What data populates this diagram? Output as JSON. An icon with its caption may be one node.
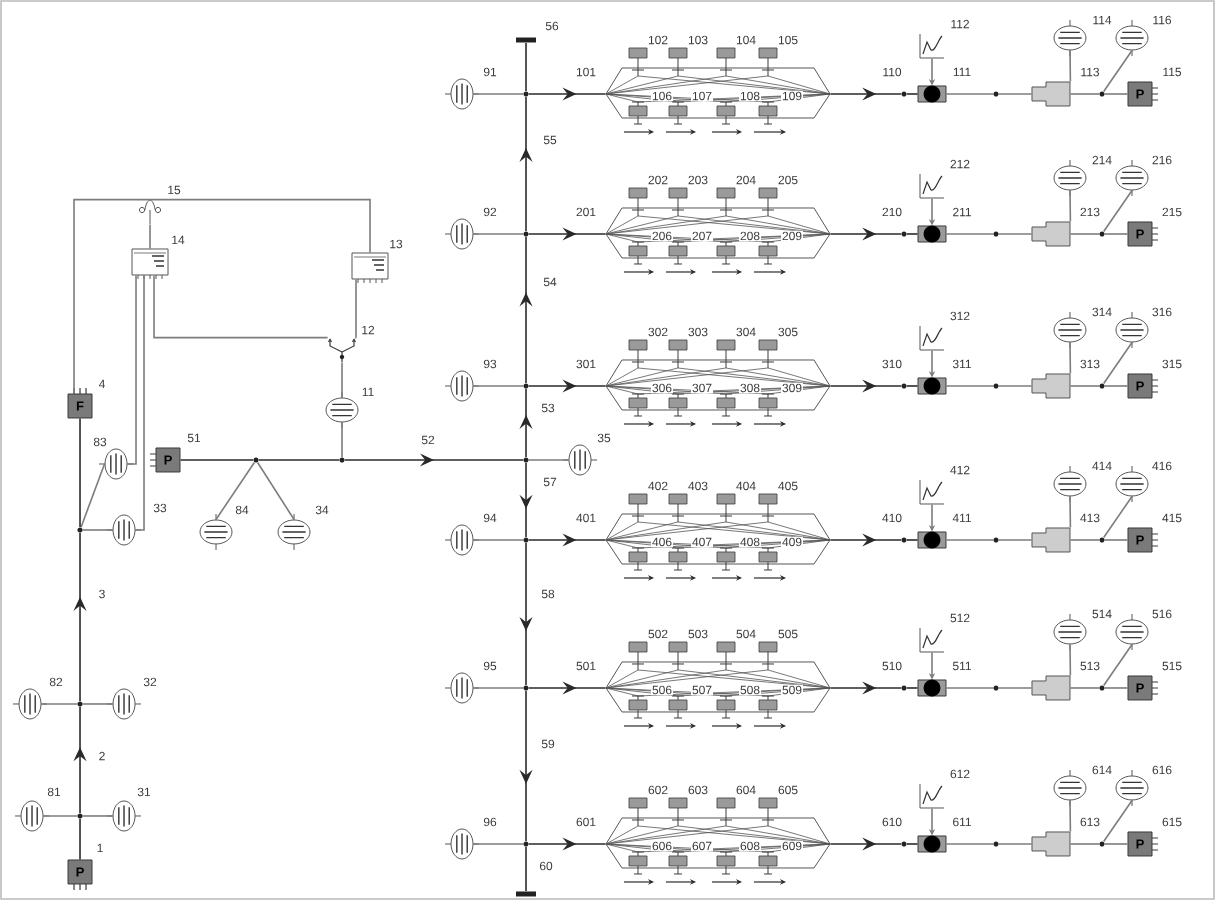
{
  "diagram": {
    "nodes": [
      {
        "text": [
          "P"
        ],
        "beside": [
          "1"
        ]
      },
      {
        "text": [],
        "shape": "dot"
      },
      {
        "text": [],
        "shape": "cylinder",
        "beside": [
          "81"
        ]
      },
      {
        "text": [],
        "shape": "cylinder",
        "beside": [
          "31"
        ]
      },
      {
        "text": [],
        "shape": "dot"
      },
      {
        "text": [],
        "shape": "cylinder",
        "beside": [
          "82"
        ]
      },
      {
        "text": [],
        "shape": "cylinder",
        "beside": [
          "32"
        ]
      },
      {
        "text": [],
        "shape": "dot"
      },
      {
        "text": [],
        "shape": "cylinder",
        "beside": [
          "83"
        ]
      },
      {
        "text": [],
        "shape": "cylinder",
        "beside": [
          "33"
        ]
      },
      {
        "text": [
          "F"
        ],
        "beside": [
          "4"
        ]
      },
      {
        "text": [],
        "shape": "switch",
        "beside": [
          "15"
        ]
      },
      {
        "text": [],
        "shape": "box",
        "beside": [
          "14"
        ]
      },
      {
        "text": [],
        "shape": "box",
        "beside": [
          "13"
        ]
      },
      {
        "text": [],
        "shape": "fork",
        "beside": [
          "12"
        ]
      },
      {
        "text": [],
        "shape": "cylinder",
        "beside": [
          "11"
        ]
      },
      {
        "text": [
          "P"
        ],
        "beside": [
          "51"
        ]
      },
      {
        "text": [],
        "shape": "dot"
      },
      {
        "text": [],
        "shape": "cylinder",
        "beside": [
          "84"
        ]
      },
      {
        "text": [],
        "shape": "cylinder",
        "beside": [
          "34"
        ]
      },
      {
        "text": [],
        "shape": "dot"
      },
      {
        "text": [],
        "shape": "bar",
        "beside": [
          "56"
        ]
      },
      {
        "text": [],
        "shape": "dot"
      },
      {
        "text": [],
        "shape": "dot"
      },
      {
        "text": [],
        "shape": "dot"
      },
      {
        "text": [],
        "shape": "dot"
      },
      {
        "text": [],
        "shape": "cylinder",
        "beside": [
          "35"
        ]
      },
      {
        "text": [],
        "shape": "dot"
      },
      {
        "text": [],
        "shape": "dot"
      },
      {
        "text": [],
        "shape": "dot"
      },
      {
        "text": [],
        "shape": "bar"
      },
      {
        "text": [],
        "shape": "cylinder",
        "beside": [
          "91"
        ]
      },
      {
        "text": [],
        "shape": "picture"
      },
      {
        "text": [],
        "shape": "dot"
      },
      {
        "text": [],
        "shape": "valve",
        "beside": [
          "111"
        ]
      },
      {
        "text": [],
        "shape": "picture",
        "beside": [
          "112"
        ]
      },
      {
        "text": [],
        "shape": "dot"
      },
      {
        "text": [],
        "shape": "reducer",
        "beside": [
          "113"
        ]
      },
      {
        "text": [],
        "shape": "cylinder",
        "beside": [
          "114"
        ]
      },
      {
        "text": [],
        "shape": "dot"
      },
      {
        "text": [],
        "shape": "cylinder",
        "beside": [
          "116"
        ]
      },
      {
        "text": [
          "P"
        ],
        "beside": [
          "115"
        ]
      },
      {
        "text": [],
        "shape": "cylinder",
        "beside": [
          "92"
        ]
      },
      {
        "text": [],
        "shape": "picture"
      },
      {
        "text": [],
        "shape": "dot"
      },
      {
        "text": [],
        "shape": "valve",
        "beside": [
          "211"
        ]
      },
      {
        "text": [],
        "shape": "picture",
        "beside": [
          "212"
        ]
      },
      {
        "text": [],
        "shape": "dot"
      },
      {
        "text": [],
        "shape": "reducer",
        "beside": [
          "213"
        ]
      },
      {
        "text": [],
        "shape": "cylinder",
        "beside": [
          "214"
        ]
      },
      {
        "text": [],
        "shape": "dot"
      },
      {
        "text": [],
        "shape": "cylinder",
        "beside": [
          "216"
        ]
      },
      {
        "text": [
          "P"
        ],
        "beside": [
          "215"
        ]
      },
      {
        "text": [],
        "shape": "cylinder",
        "beside": [
          "93"
        ]
      },
      {
        "text": [],
        "shape": "picture"
      },
      {
        "text": [],
        "shape": "dot"
      },
      {
        "text": [],
        "shape": "valve",
        "beside": [
          "311"
        ]
      },
      {
        "text": [],
        "shape": "picture",
        "beside": [
          "312"
        ]
      },
      {
        "text": [],
        "shape": "dot"
      },
      {
        "text": [],
        "shape": "reducer",
        "beside": [
          "313"
        ]
      },
      {
        "text": [],
        "shape": "cylinder",
        "beside": [
          "314"
        ]
      },
      {
        "text": [],
        "shape": "dot"
      },
      {
        "text": [],
        "shape": "cylinder",
        "beside": [
          "316"
        ]
      },
      {
        "text": [
          "P"
        ],
        "beside": [
          "315"
        ]
      },
      {
        "text": [],
        "shape": "cylinder",
        "beside": [
          "94"
        ]
      },
      {
        "text": [],
        "shape": "picture"
      },
      {
        "text": [],
        "shape": "dot"
      },
      {
        "text": [],
        "shape": "valve",
        "beside": [
          "411"
        ]
      },
      {
        "text": [],
        "shape": "picture",
        "beside": [
          "412"
        ]
      },
      {
        "text": [],
        "shape": "dot"
      },
      {
        "text": [],
        "shape": "reducer",
        "beside": [
          "413"
        ]
      },
      {
        "text": [],
        "shape": "cylinder",
        "beside": [
          "414"
        ]
      },
      {
        "text": [],
        "shape": "dot"
      },
      {
        "text": [],
        "shape": "cylinder",
        "beside": [
          "416"
        ]
      },
      {
        "text": [
          "P"
        ],
        "beside": [
          "415"
        ]
      },
      {
        "text": [],
        "shape": "cylinder",
        "beside": [
          "95"
        ]
      },
      {
        "text": [],
        "shape": "picture"
      },
      {
        "text": [],
        "shape": "dot"
      },
      {
        "text": [],
        "shape": "valve",
        "beside": [
          "511"
        ]
      },
      {
        "text": [],
        "shape": "picture",
        "beside": [
          "512"
        ]
      },
      {
        "text": [],
        "shape": "dot"
      },
      {
        "text": [],
        "shape": "reducer",
        "beside": [
          "513"
        ]
      },
      {
        "text": [],
        "shape": "cylinder",
        "beside": [
          "514"
        ]
      },
      {
        "text": [],
        "shape": "dot"
      },
      {
        "text": [],
        "shape": "cylinder",
        "beside": [
          "516"
        ]
      },
      {
        "text": [
          "P"
        ],
        "beside": [
          "515"
        ]
      },
      {
        "text": [],
        "shape": "cylinder",
        "beside": [
          "96"
        ]
      },
      {
        "text": [],
        "shape": "picture"
      },
      {
        "text": [],
        "shape": "dot"
      },
      {
        "text": [],
        "shape": "valve",
        "beside": [
          "611"
        ]
      },
      {
        "text": [],
        "shape": "picture",
        "beside": [
          "612"
        ]
      },
      {
        "text": [],
        "shape": "dot"
      },
      {
        "text": [],
        "shape": "reducer",
        "beside": [
          "613"
        ]
      },
      {
        "text": [],
        "shape": "cylinder",
        "beside": [
          "614"
        ]
      },
      {
        "text": [],
        "shape": "dot"
      },
      {
        "text": [],
        "shape": "cylinder",
        "beside": [
          "616"
        ]
      },
      {
        "text": [
          "P"
        ],
        "beside": [
          "615"
        ]
      }
    ],
    "edges": [
      {
        "from": 0,
        "to": 1,
        "arrow": "none",
        "color": "#2a2a2a"
      },
      {
        "from": 2,
        "to": 1,
        "arrow": "none"
      },
      {
        "from": 3,
        "to": 1,
        "arrow": "none"
      },
      {
        "from": 1,
        "to": 4,
        "arrow": "to",
        "label": "2",
        "color": "#2a2a2a"
      },
      {
        "from": 5,
        "to": 4,
        "arrow": "none"
      },
      {
        "from": 6,
        "to": 4,
        "arrow": "none"
      },
      {
        "from": 4,
        "to": 7,
        "arrow": "to",
        "label": "3",
        "color": "#2a2a2a"
      },
      {
        "from": 8,
        "to": 7,
        "arrow": "none"
      },
      {
        "from": 9,
        "to": 7,
        "arrow": "none"
      },
      {
        "from": 7,
        "to": 10,
        "arrow": "none",
        "color": "#2a2a2a"
      },
      {
        "from": 10,
        "to": 11,
        "arrow": "none"
      },
      {
        "from": 11,
        "to": 13,
        "arrow": "none"
      },
      {
        "from": 11,
        "to": 12,
        "arrow": "none"
      },
      {
        "from": 12,
        "to": 14,
        "arrow": "none"
      },
      {
        "from": 13,
        "to": 14,
        "arrow": "none"
      },
      {
        "from": 12,
        "to": 8,
        "arrow": "none"
      },
      {
        "from": 12,
        "to": 9,
        "arrow": "none"
      },
      {
        "from": 14,
        "to": 15,
        "arrow": "none"
      },
      {
        "from": 15,
        "to": 20,
        "arrow": "none"
      },
      {
        "from": 16,
        "to": 17,
        "arrow": "none",
        "color": "#2a2a2a"
      },
      {
        "from": 17,
        "to": 18,
        "arrow": "none"
      },
      {
        "from": 17,
        "to": 19,
        "arrow": "none"
      },
      {
        "from": 17,
        "to": 20,
        "arrow": "none",
        "color": "#2a2a2a"
      },
      {
        "from": 20,
        "to": 25,
        "arrow": "to",
        "label": "52",
        "color": "#2a2a2a"
      },
      {
        "from": 22,
        "to": 21,
        "arrow": "none",
        "color": "#2a2a2a"
      },
      {
        "from": 23,
        "to": 22,
        "arrow": "to",
        "label": "55",
        "color": "#2a2a2a"
      },
      {
        "from": 24,
        "to": 23,
        "arrow": "to",
        "label": "54",
        "color": "#2a2a2a"
      },
      {
        "from": 25,
        "to": 24,
        "arrow": "to",
        "label": "53",
        "color": "#2a2a2a"
      },
      {
        "from": 26,
        "to": 25,
        "arrow": "none"
      },
      {
        "from": 25,
        "to": 27,
        "arrow": "to",
        "label": "57",
        "color": "#2a2a2a"
      },
      {
        "from": 27,
        "to": 28,
        "arrow": "to",
        "label": "58",
        "color": "#2a2a2a"
      },
      {
        "from": 28,
        "to": 29,
        "arrow": "to",
        "label": "59",
        "color": "#2a2a2a"
      },
      {
        "from": 29,
        "to": 30,
        "arrow": "none",
        "label": "60",
        "color": "#2a2a2a"
      },
      {
        "from": 31,
        "to": 22,
        "arrow": "none"
      },
      {
        "from": 22,
        "to": 32,
        "arrow": "to",
        "label": "101",
        "color": "#2a2a2a"
      },
      {
        "from": 32,
        "to": 33,
        "arrow": "to",
        "label": "110",
        "color": "#2a2a2a"
      },
      {
        "from": 33,
        "to": 34,
        "arrow": "none",
        "color": "#2a2a2a"
      },
      {
        "from": 35,
        "to": 34,
        "arrow": "to"
      },
      {
        "from": 34,
        "to": 36,
        "arrow": "none"
      },
      {
        "from": 36,
        "to": 37,
        "arrow": "none"
      },
      {
        "from": 38,
        "to": 37,
        "arrow": "none"
      },
      {
        "from": 37,
        "to": 39,
        "arrow": "none"
      },
      {
        "from": 40,
        "to": 39,
        "arrow": "none"
      },
      {
        "from": 39,
        "to": 41,
        "arrow": "none"
      },
      {
        "from": 42,
        "to": 23,
        "arrow": "none"
      },
      {
        "from": 23,
        "to": 43,
        "arrow": "to",
        "label": "201",
        "color": "#2a2a2a"
      },
      {
        "from": 43,
        "to": 44,
        "arrow": "to",
        "label": "210",
        "color": "#2a2a2a"
      },
      {
        "from": 44,
        "to": 45,
        "arrow": "none",
        "color": "#2a2a2a"
      },
      {
        "from": 46,
        "to": 45,
        "arrow": "to"
      },
      {
        "from": 45,
        "to": 47,
        "arrow": "none"
      },
      {
        "from": 47,
        "to": 48,
        "arrow": "none"
      },
      {
        "from": 49,
        "to": 48,
        "arrow": "none"
      },
      {
        "from": 48,
        "to": 50,
        "arrow": "none"
      },
      {
        "from": 51,
        "to": 50,
        "arrow": "none"
      },
      {
        "from": 50,
        "to": 52,
        "arrow": "none"
      },
      {
        "from": 53,
        "to": 24,
        "arrow": "none"
      },
      {
        "from": 24,
        "to": 54,
        "arrow": "to",
        "label": "301",
        "color": "#2a2a2a"
      },
      {
        "from": 54,
        "to": 55,
        "arrow": "to",
        "label": "310",
        "color": "#2a2a2a"
      },
      {
        "from": 55,
        "to": 56,
        "arrow": "none",
        "color": "#2a2a2a"
      },
      {
        "from": 57,
        "to": 56,
        "arrow": "to"
      },
      {
        "from": 56,
        "to": 58,
        "arrow": "none"
      },
      {
        "from": 58,
        "to": 59,
        "arrow": "none"
      },
      {
        "from": 60,
        "to": 59,
        "arrow": "none"
      },
      {
        "from": 59,
        "to": 61,
        "arrow": "none"
      },
      {
        "from": 62,
        "to": 61,
        "arrow": "none"
      },
      {
        "from": 61,
        "to": 63,
        "arrow": "none"
      },
      {
        "from": 64,
        "to": 27,
        "arrow": "none"
      },
      {
        "from": 27,
        "to": 65,
        "arrow": "to",
        "label": "401",
        "color": "#2a2a2a"
      },
      {
        "from": 65,
        "to": 66,
        "arrow": "to",
        "label": "410",
        "color": "#2a2a2a"
      },
      {
        "from": 66,
        "to": 67,
        "arrow": "none",
        "color": "#2a2a2a"
      },
      {
        "from": 68,
        "to": 67,
        "arrow": "to"
      },
      {
        "from": 67,
        "to": 69,
        "arrow": "none"
      },
      {
        "from": 69,
        "to": 70,
        "arrow": "none"
      },
      {
        "from": 71,
        "to": 70,
        "arrow": "none"
      },
      {
        "from": 70,
        "to": 72,
        "arrow": "none"
      },
      {
        "from": 73,
        "to": 72,
        "arrow": "none"
      },
      {
        "from": 72,
        "to": 74,
        "arrow": "none"
      },
      {
        "from": 75,
        "to": 28,
        "arrow": "none"
      },
      {
        "from": 28,
        "to": 76,
        "arrow": "to",
        "label": "501",
        "color": "#2a2a2a"
      },
      {
        "from": 76,
        "to": 77,
        "arrow": "to",
        "label": "510",
        "color": "#2a2a2a"
      },
      {
        "from": 77,
        "to": 78,
        "arrow": "none",
        "color": "#2a2a2a"
      },
      {
        "from": 79,
        "to": 78,
        "arrow": "to"
      },
      {
        "from": 78,
        "to": 80,
        "arrow": "none"
      },
      {
        "from": 80,
        "to": 81,
        "arrow": "none"
      },
      {
        "from": 82,
        "to": 81,
        "arrow": "none"
      },
      {
        "from": 81,
        "to": 83,
        "arrow": "none"
      },
      {
        "from": 84,
        "to": 83,
        "arrow": "none"
      },
      {
        "from": 83,
        "to": 85,
        "arrow": "none"
      },
      {
        "from": 86,
        "to": 29,
        "arrow": "none"
      },
      {
        "from": 29,
        "to": 87,
        "arrow": "to",
        "label": "601",
        "color": "#2a2a2a"
      },
      {
        "from": 87,
        "to": 88,
        "arrow": "to",
        "label": "610",
        "color": "#2a2a2a"
      },
      {
        "from": 88,
        "to": 89,
        "arrow": "none",
        "color": "#2a2a2a"
      },
      {
        "from": 90,
        "to": 89,
        "arrow": "to"
      },
      {
        "from": 89,
        "to": 91,
        "arrow": "none"
      },
      {
        "from": 91,
        "to": 92,
        "arrow": "none"
      },
      {
        "from": 93,
        "to": 92,
        "arrow": "none"
      },
      {
        "from": 92,
        "to": 94,
        "arrow": "none"
      },
      {
        "from": 95,
        "to": 94,
        "arrow": "none"
      },
      {
        "from": 94,
        "to": 96,
        "arrow": "none"
      }
    ],
    "labels": [
      "102",
      "103",
      "104",
      "105",
      "106",
      "107",
      "108",
      "109",
      "202",
      "203",
      "204",
      "205",
      "206",
      "207",
      "208",
      "209",
      "302",
      "303",
      "304",
      "305",
      "306",
      "307",
      "308",
      "309",
      "402",
      "403",
      "404",
      "405",
      "406",
      "407",
      "408",
      "409",
      "502",
      "503",
      "504",
      "505",
      "506",
      "507",
      "508",
      "509",
      "602",
      "603",
      "604",
      "605",
      "606",
      "607",
      "608",
      "609"
    ]
  }
}
